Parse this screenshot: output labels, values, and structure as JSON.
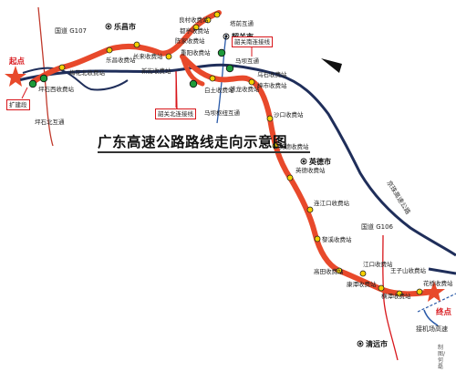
{
  "title": "广东高速公路路线走向示意图",
  "start_label": "起点",
  "end_label": "终点",
  "cities": {
    "lechang": "乐昌市",
    "shaoguan": "韶关市",
    "yingde": "英德市",
    "qingyuan": "清远市"
  },
  "highways": {
    "g107": "国道 G107",
    "g106": "国道 G106",
    "jingzhu": "京珠高速公路",
    "airport": "接机场高速"
  },
  "boxes": {
    "kuojian": "扩建段",
    "shaoguan_north": "韶关北连接线",
    "shaoguan_south": "韶关南连接线"
  },
  "stations": {
    "pingshi_north_ic": "坪石北互通",
    "pingshi_west": "坪石西收费站",
    "meihua_north": "梅花北收费站",
    "lechang": "乐昌收费站",
    "changlai": "长来收费站",
    "xinjie": "新街收费站",
    "liangcun": "良村收费站",
    "dujin": "都亭收费站",
    "chenjia": "陈家收费站",
    "chongyang": "重阳收费站",
    "tapingzhan": "塔前互通",
    "maba_ic": "马坝枢纽互通",
    "ma_ic2": "马坝互通",
    "baitu": "白土收费站",
    "tieshui_east": "铁龙收费站",
    "wushi": "乌石收费站",
    "zhangqiao": "樟市收费站",
    "shakou": "沙口收费站",
    "yingdewest": "英德收费站",
    "yingdeboundary": "英德收费站",
    "lianjiangkou": "连江口收费站",
    "lishui": "黎溪收费站",
    "gaotian": "高田收费站",
    "jiangkou": "江口收费站",
    "wangzishan": "王子山收费站",
    "kangtan": "康潭收费站",
    "hengtan": "横潭收费站",
    "huaqiao": "花桥收费站"
  },
  "source": "制图/何磊"
}
